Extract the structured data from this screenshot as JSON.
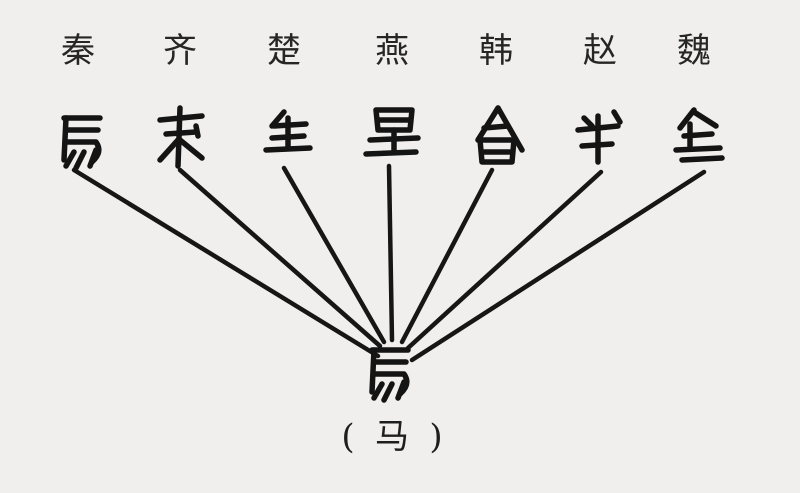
{
  "states": [
    {
      "id": "qin",
      "label": "秦"
    },
    {
      "id": "qi",
      "label": "齐"
    },
    {
      "id": "chu",
      "label": "楚"
    },
    {
      "id": "yan",
      "label": "燕"
    },
    {
      "id": "han",
      "label": "韩"
    },
    {
      "id": "zhao",
      "label": "赵"
    },
    {
      "id": "wei",
      "label": "魏"
    }
  ],
  "result": {
    "open_paren": "(",
    "character": "马",
    "close_paren": ")"
  },
  "colors": {
    "background": "#f0efed",
    "ink": "#161616"
  }
}
